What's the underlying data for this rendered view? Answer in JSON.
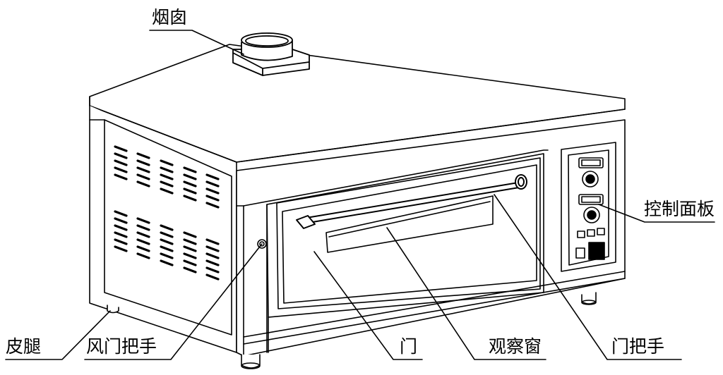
{
  "diagram": {
    "labels": {
      "chimney": "烟囱",
      "control_panel": "控制面板",
      "leg": "皮腿",
      "damper_handle": "风门把手",
      "door": "门",
      "viewing_window": "观察窗",
      "door_handle": "门把手"
    },
    "colors": {
      "line": "#000000",
      "background": "#ffffff"
    }
  }
}
